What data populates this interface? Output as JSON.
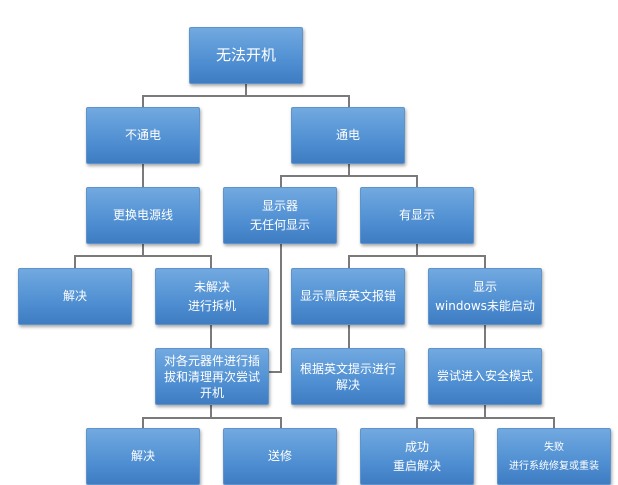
{
  "nodes": {
    "root": "无法开机",
    "no_power": "不通电",
    "power": "通电",
    "replace_cable": "更换电源线",
    "no_display_l1": "显示器",
    "no_display_l2": "无任何显示",
    "has_display": "有显示",
    "solved_1": "解决",
    "unsolved_l1": "未解决",
    "unsolved_l2": "进行拆机",
    "black_screen": "显示黑底英文报错",
    "win_fail_l1": "显示",
    "win_fail_l2": "windows未能启动",
    "reseat": "对各元器件进行插拔和清理再次尝试开机",
    "follow_hint": "根据英文提示进行解决",
    "safe_mode": "尝试进入安全模式",
    "solved_2": "解决",
    "repair": "送修",
    "success_l1": "成功",
    "success_l2": "重启解决",
    "fail_l1": "失败",
    "fail_l2": "进行系统修复或重装"
  }
}
